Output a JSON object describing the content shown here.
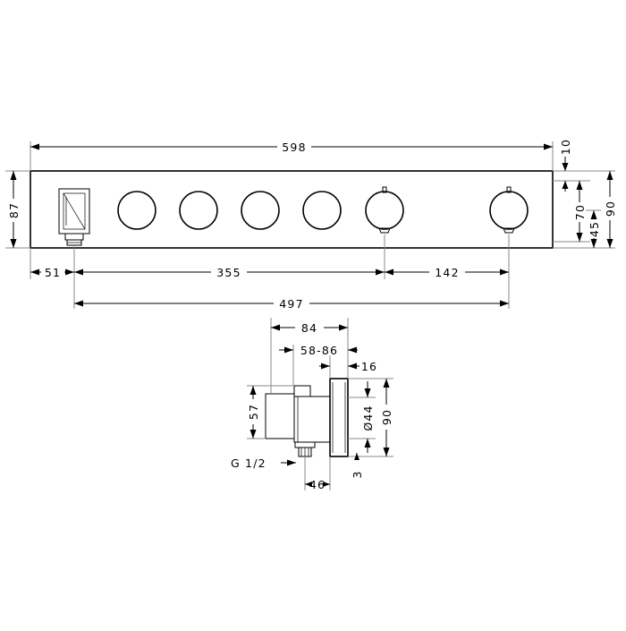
{
  "dimensions": {
    "overall_width": "598",
    "top_margin": "10",
    "height": "87",
    "knob_pitch": "70",
    "knob_center": "45",
    "total_height": "90",
    "left_offset": "51",
    "outlet_to_knob": "355",
    "knob_to_knob": "142",
    "outlet_span": "497",
    "side_depth": "84",
    "install_depth": "58-86",
    "plate_thickness": "16",
    "outlet_height": "57",
    "knob_diameter": "Ø44",
    "side_height": "90",
    "thread": "G 1/2",
    "outlet_offset": "46",
    "gap": "3"
  }
}
